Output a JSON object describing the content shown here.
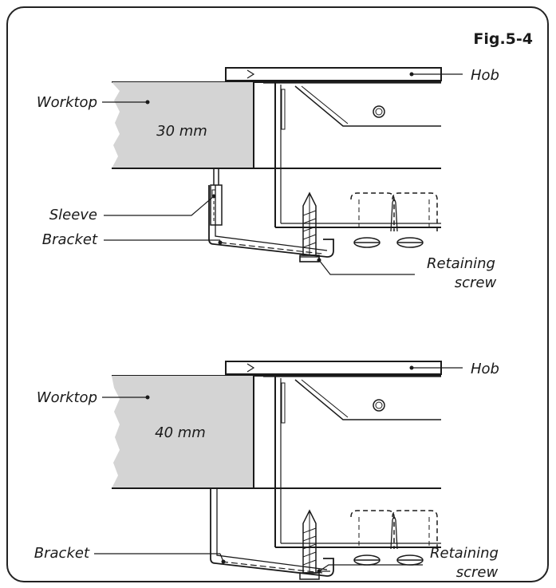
{
  "figure": {
    "title": "Fig.5-4"
  },
  "diagrams": [
    {
      "worktop_label": "Worktop",
      "thickness": "30 mm",
      "hob_label": "Hob",
      "sleeve_label": "Sleeve",
      "bracket_label": "Bracket",
      "screw_label_line1": "Retaining",
      "screw_label_line2": "screw"
    },
    {
      "worktop_label": "Worktop",
      "thickness": "40 mm",
      "hob_label": "Hob",
      "bracket_label": "Bracket",
      "screw_label_line1": "Retaining",
      "screw_label_line2": "screw"
    }
  ],
  "colors": {
    "worktop_fill": "#d4d4d4",
    "line": "#1a1a1a",
    "frame": "#222222"
  }
}
